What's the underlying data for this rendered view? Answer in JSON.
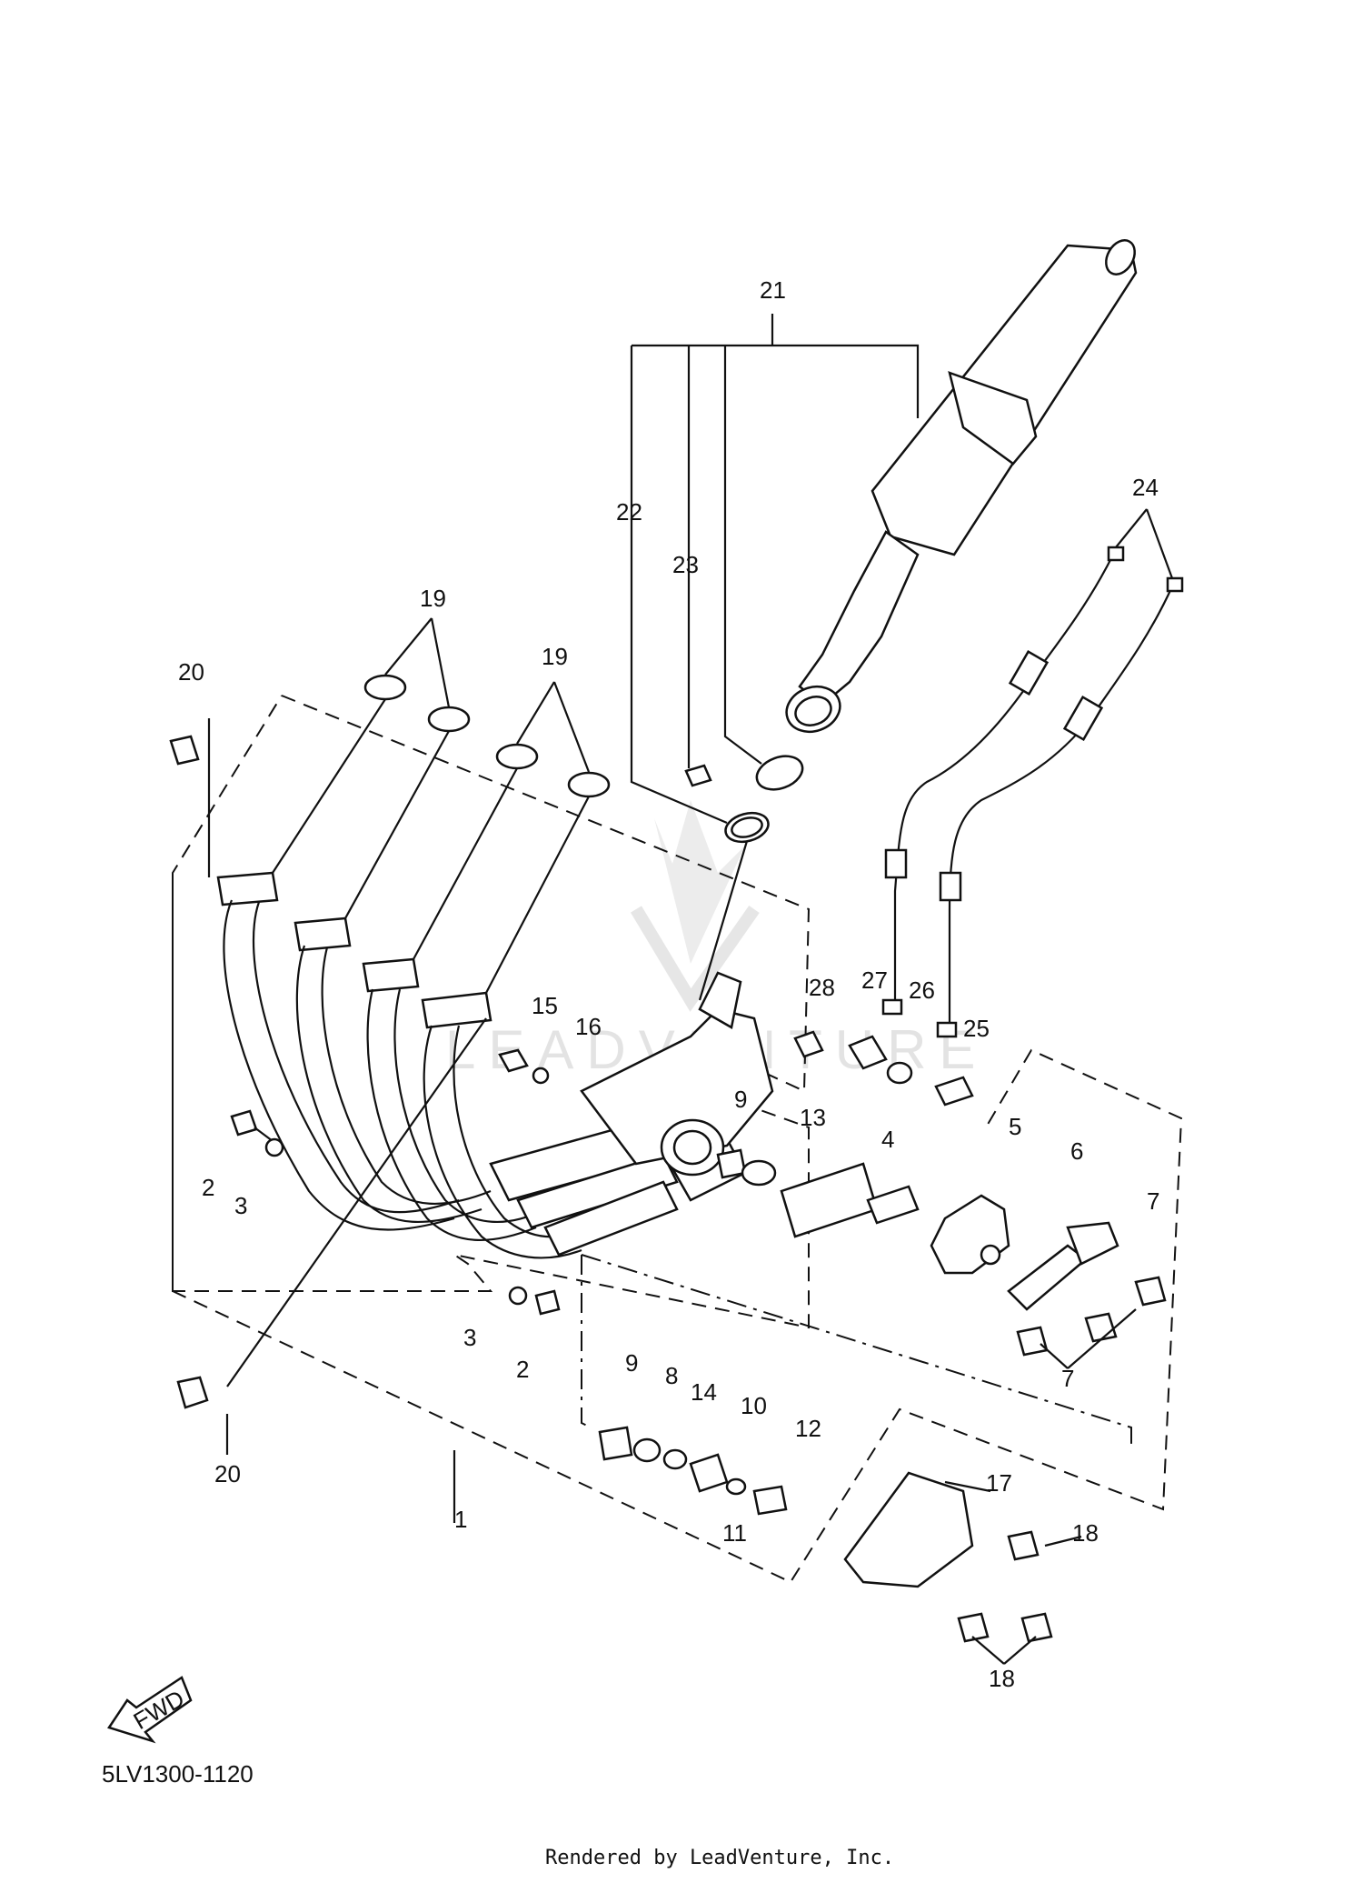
{
  "diagram": {
    "part_code": "5LV1300-1120",
    "footer": "Rendered by LeadVenture, Inc.",
    "watermark": "LEADVENTURE",
    "fwd_label": "FWD",
    "callouts": [
      {
        "id": "c1",
        "text": "1"
      },
      {
        "id": "c2a",
        "text": "2"
      },
      {
        "id": "c2b",
        "text": "2"
      },
      {
        "id": "c3a",
        "text": "3"
      },
      {
        "id": "c3b",
        "text": "3"
      },
      {
        "id": "c4",
        "text": "4"
      },
      {
        "id": "c5",
        "text": "5"
      },
      {
        "id": "c6",
        "text": "6"
      },
      {
        "id": "c7a",
        "text": "7"
      },
      {
        "id": "c7b",
        "text": "7"
      },
      {
        "id": "c8",
        "text": "8"
      },
      {
        "id": "c9a",
        "text": "9"
      },
      {
        "id": "c9b",
        "text": "9"
      },
      {
        "id": "c10",
        "text": "10"
      },
      {
        "id": "c11",
        "text": "11"
      },
      {
        "id": "c12",
        "text": "12"
      },
      {
        "id": "c13",
        "text": "13"
      },
      {
        "id": "c14",
        "text": "14"
      },
      {
        "id": "c15",
        "text": "15"
      },
      {
        "id": "c16",
        "text": "16"
      },
      {
        "id": "c17",
        "text": "17"
      },
      {
        "id": "c18a",
        "text": "18"
      },
      {
        "id": "c18b",
        "text": "18"
      },
      {
        "id": "c19a",
        "text": "19"
      },
      {
        "id": "c19b",
        "text": "19"
      },
      {
        "id": "c20a",
        "text": "20"
      },
      {
        "id": "c20b",
        "text": "20"
      },
      {
        "id": "c21",
        "text": "21"
      },
      {
        "id": "c22",
        "text": "22"
      },
      {
        "id": "c23",
        "text": "23"
      },
      {
        "id": "c24",
        "text": "24"
      },
      {
        "id": "c25",
        "text": "25"
      },
      {
        "id": "c26",
        "text": "26"
      },
      {
        "id": "c27",
        "text": "27"
      },
      {
        "id": "c28",
        "text": "28"
      }
    ]
  }
}
